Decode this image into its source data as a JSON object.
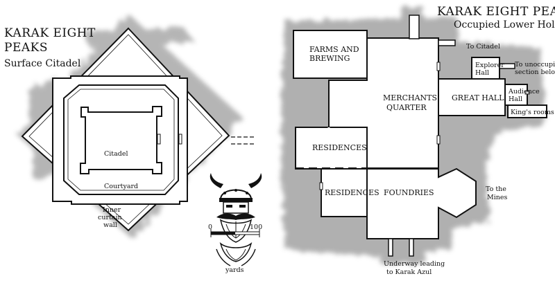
{
  "surface_map": {
    "title_line1": "KARAK EIGHT",
    "title_line2": "PEAKS",
    "subtitle": "Surface Citadel",
    "labels": {
      "citadel": "Citadel",
      "courtyard": "Courtyard",
      "inner_wall_line1": "Inner",
      "inner_wall_line2": "curtain",
      "inner_wall_line3": "wall"
    },
    "scale": {
      "min": "0",
      "max": "100",
      "unit": "yards"
    }
  },
  "lower_map": {
    "title_line1": "KARAK EIGHT PEAKS",
    "title_line2": "Occupied Lower Holds",
    "rooms": {
      "farms_line1": "FARMS AND",
      "farms_line2": "BREWING",
      "merchants_line1": "MERCHANTS'",
      "merchants_line2": "QUARTER",
      "great_hall": "GREAT HALL",
      "explorer_line1": "Explorer",
      "explorer_line2": "Hall",
      "audience_line1": "Audience",
      "audience_line2": "Hall",
      "kings_rooms": "King's rooms",
      "residences_upper": "RESIDENCES",
      "residences_lower": "RESIDENCES",
      "foundries": "FOUNDRIES"
    },
    "exits": {
      "to_citadel": "To Citadel",
      "unoccupied_line1": "To unoccupied",
      "unoccupied_line2": "section below",
      "mines_line1": "To the",
      "mines_line2": "Mines",
      "underway_line1": "Underway leading",
      "underway_line2": "to Karak Azul"
    }
  },
  "colors": {
    "ink": "#111111",
    "paper": "#ffffff",
    "rock": "#b9b9b9"
  },
  "icons": [
    "dwarf-shield-emblem-icon"
  ]
}
